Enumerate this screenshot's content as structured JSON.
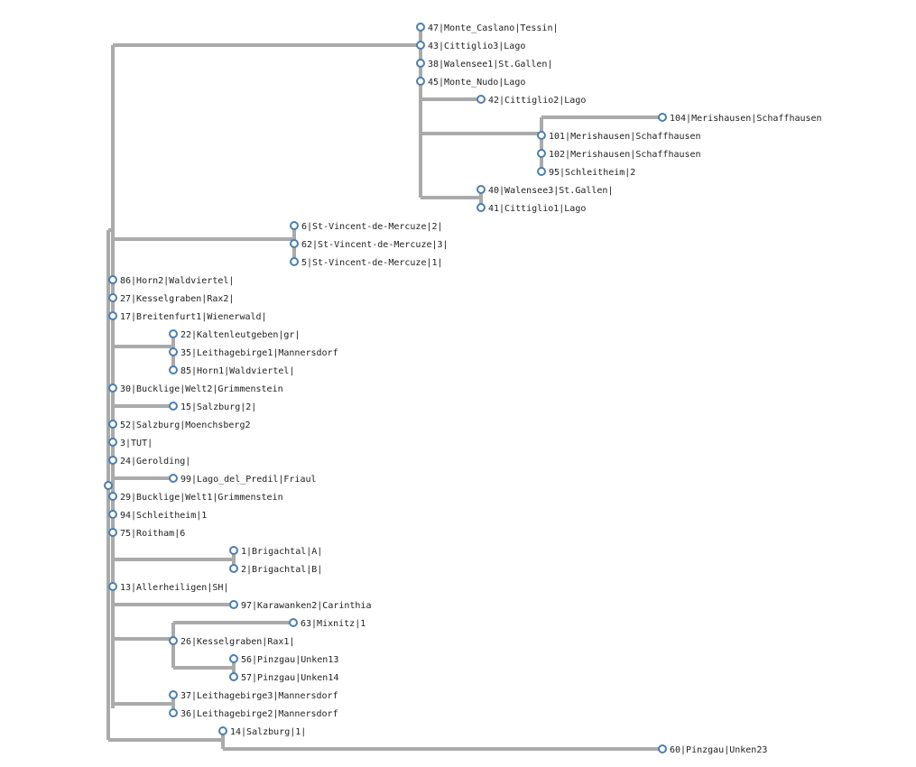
{
  "tree": {
    "label": "",
    "children": [
      {
        "label": "43|Cittiglio3|Lago",
        "children": [
          {
            "label": "47|Monte_Caslano|Tessin|"
          },
          {
            "label": "38|Walensee1|St.Gallen|"
          },
          {
            "label": "45|Monte_Nudo|Lago"
          },
          {
            "label": "42|Cittiglio2|Lago"
          },
          {
            "label": "101|Merishausen|Schaffhausen",
            "children": [
              {
                "label": "104|Merishausen|Schaffhausen"
              },
              {
                "label": "102|Merishausen|Schaffhausen"
              },
              {
                "label": "95|Schleitheim|2"
              }
            ]
          },
          {
            "label": "40|Walensee3|St.Gallen|",
            "children": [
              {
                "label": "41|Cittiglio1|Lago"
              }
            ]
          }
        ]
      },
      {
        "label": "62|St-Vincent-de-Mercuze|3|",
        "children": [
          {
            "label": "6|St-Vincent-de-Mercuze|2|"
          },
          {
            "label": "5|St-Vincent-de-Mercuze|1|"
          }
        ]
      },
      {
        "label": "86|Horn2|Waldviertel|"
      },
      {
        "label": "27|Kesselgraben|Rax2|"
      },
      {
        "label": "17|Breitenfurt1|Wienerwald|"
      },
      {
        "label": "35|Leithagebirge1|Mannersdorf",
        "children": [
          {
            "label": "22|Kaltenleutgeben|gr|"
          },
          {
            "label": "85|Horn1|Waldviertel|"
          }
        ]
      },
      {
        "label": "30|Bucklige|Welt2|Grimmenstein"
      },
      {
        "label": "15|Salzburg|2|"
      },
      {
        "label": "52|Salzburg|Moenchsberg2"
      },
      {
        "label": "3|TUT|"
      },
      {
        "label": "24|Gerolding|"
      },
      {
        "label": "99|Lago_del_Predil|Friaul"
      },
      {
        "label": "29|Bucklige|Welt1|Grimmenstein"
      },
      {
        "label": "94|Schleitheim|1"
      },
      {
        "label": "75|Roitham|6"
      },
      {
        "label": "1|Brigachtal|A|",
        "children": [
          {
            "label": "2|Brigachtal|B|"
          }
        ]
      },
      {
        "label": "13|Allerheiligen|SH|"
      },
      {
        "label": "97|Karawanken2|Carinthia"
      },
      {
        "label": "26|Kesselgraben|Rax1|",
        "children": [
          {
            "label": "63|Mixnitz|1"
          },
          {
            "label": "56|Pinzgau|Unken13",
            "children": [
              {
                "label": "57|Pinzgau|Unken14"
              }
            ]
          }
        ]
      },
      {
        "label": "37|Leithagebirge3|Mannersdorf",
        "children": [
          {
            "label": "36|Leithagebirge2|Mannersdorf"
          }
        ]
      },
      {
        "label": "14|Salzburg|1|",
        "children": [
          {
            "label": "60|Pinzgau|Unken23"
          }
        ]
      }
    ]
  }
}
